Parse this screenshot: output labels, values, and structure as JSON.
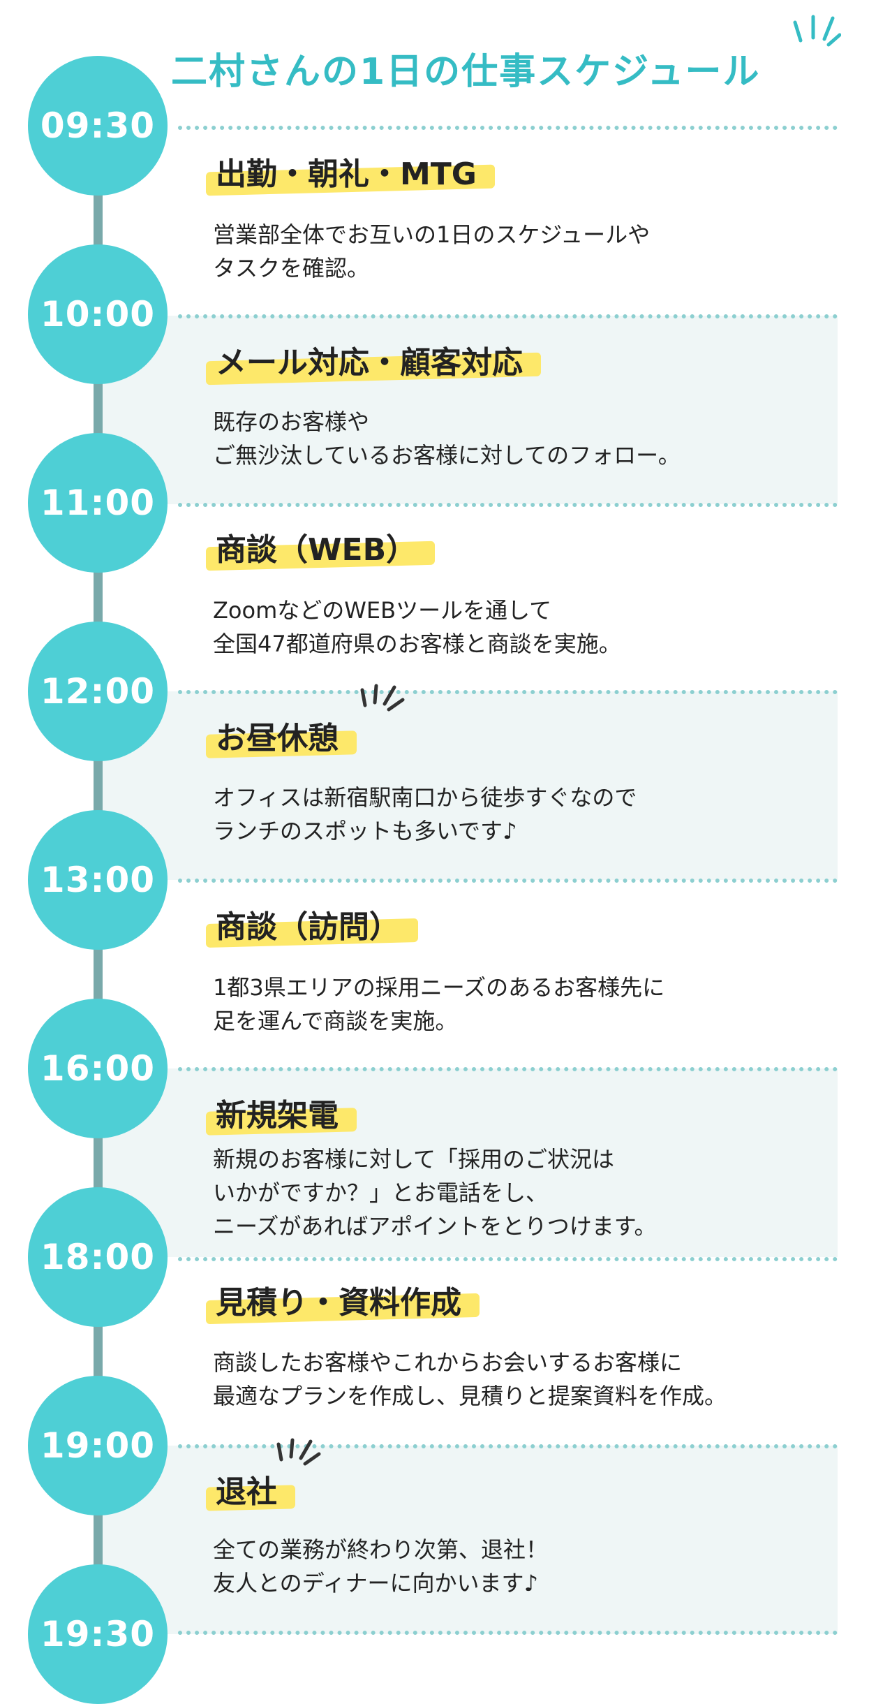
{
  "title": "二村さんの1日の仕事スケジュール",
  "colors": {
    "teal": "#4ecfd5",
    "line": "#79a9aa",
    "highlight": "#fde86a",
    "band": "#eff6f6",
    "dotted": "#8ccfd0"
  },
  "times": [
    "09:30",
    "10:00",
    "11:00",
    "12:00",
    "13:00",
    "16:00",
    "18:00",
    "19:00",
    "19:30"
  ],
  "entries": [
    {
      "heading": "出勤・朝礼・MTG",
      "desc": "営業部全体でお互いの1日のスケジュールや\nタスクを確認。"
    },
    {
      "heading": "メール対応・顧客対応",
      "desc": "既存のお客様や\nご無沙汰しているお客様に対してのフォロー。"
    },
    {
      "heading": "商談（WEB）",
      "desc": "ZoomなどのWEBツールを通して\n全国47都道府県のお客様と商談を実施。"
    },
    {
      "heading": "お昼休憩",
      "desc": "オフィスは新宿駅南口から徒歩すぐなので\nランチのスポットも多いです♪"
    },
    {
      "heading": "商談（訪問）",
      "desc": "1都3県エリアの採用ニーズのあるお客様先に\n足を運んで商談を実施。"
    },
    {
      "heading": "新規架電",
      "desc": "新規のお客様に対して「採用のご状況は\nいかがですか？」とお電話をし、\nニーズがあればアポイントをとりつけます。"
    },
    {
      "heading": "見積り・資料作成",
      "desc": "商談したお客様やこれからお会いするお客様に\n最適なプランを作成し、見積りと提案資料を作成。"
    },
    {
      "heading": "退社",
      "desc": "全ての業務が終わり次第、退社！\n友人とのディナーに向かいます♪"
    }
  ]
}
